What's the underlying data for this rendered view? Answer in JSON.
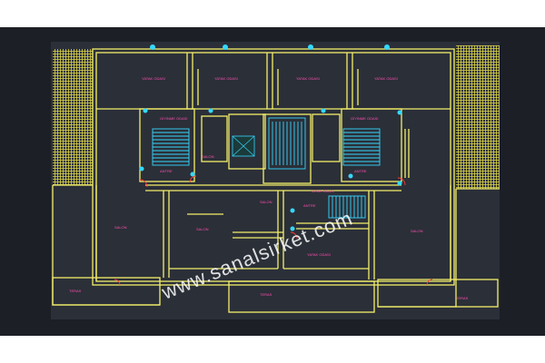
{
  "watermark": "www.sanalsirket.com",
  "rooms": [
    {
      "label": "YATAK ODASI"
    },
    {
      "label": "YATAK ODASI"
    },
    {
      "label": "YATAK ODASI"
    },
    {
      "label": "YATAK ODASI"
    },
    {
      "label": "GİYİNME ODASI"
    },
    {
      "label": "GİYİNME ODASI"
    },
    {
      "label": "ANTRE"
    },
    {
      "label": "ANTRE"
    },
    {
      "label": "ANTRE"
    },
    {
      "label": "SALON"
    },
    {
      "label": "SALON"
    },
    {
      "label": "SALON"
    },
    {
      "label": "SALON"
    },
    {
      "label": "SALON"
    },
    {
      "label": "YATAK ODASI"
    },
    {
      "label": "TERAS"
    },
    {
      "label": "TERAS"
    },
    {
      "label": "TERAS"
    }
  ],
  "colors": {
    "screen_bg": "#2b2f38",
    "wall_lines": "#f3ef6a",
    "balcony_hatch": "#d9d24a",
    "labels": "#ff4fb0",
    "stairs": "#35d8ff"
  }
}
